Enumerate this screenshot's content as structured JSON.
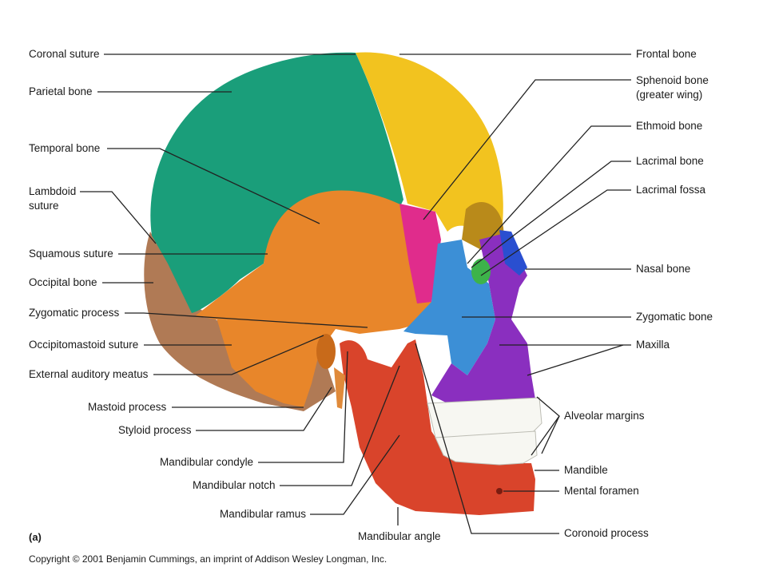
{
  "figure": {
    "panel_label": "(a)",
    "copyright": "Copyright © 2001 Benjamin Cummings, an imprint of Addison Wesley Longman, Inc."
  },
  "left_labels": [
    {
      "key": "coronal",
      "text": "Coronal suture"
    },
    {
      "key": "parietal",
      "text": "Parietal bone"
    },
    {
      "key": "temporal",
      "text": "Temporal bone"
    },
    {
      "key": "lambdoid_1",
      "text": "Lambdoid"
    },
    {
      "key": "lambdoid_2",
      "text": "suture"
    },
    {
      "key": "squamous",
      "text": "Squamous suture"
    },
    {
      "key": "occipital",
      "text": "Occipital bone"
    },
    {
      "key": "zygproc",
      "text": "Zygomatic process"
    },
    {
      "key": "occmast",
      "text": "Occipitomastoid suture"
    },
    {
      "key": "eam",
      "text": "External auditory meatus"
    },
    {
      "key": "mastoid",
      "text": "Mastoid process"
    },
    {
      "key": "styloid",
      "text": "Styloid process"
    },
    {
      "key": "condyle",
      "text": "Mandibular condyle"
    },
    {
      "key": "notch",
      "text": "Mandibular notch"
    },
    {
      "key": "ramus",
      "text": "Mandibular ramus"
    }
  ],
  "right_labels": [
    {
      "key": "frontal",
      "text": "Frontal bone"
    },
    {
      "key": "sphenoid_1",
      "text": "Sphenoid bone"
    },
    {
      "key": "sphenoid_2",
      "text": "(greater wing)"
    },
    {
      "key": "ethmoid",
      "text": "Ethmoid bone"
    },
    {
      "key": "lacrimal",
      "text": "Lacrimal bone"
    },
    {
      "key": "lacfossa",
      "text": "Lacrimal fossa"
    },
    {
      "key": "nasal",
      "text": "Nasal bone"
    },
    {
      "key": "zygomatic",
      "text": "Zygomatic bone"
    },
    {
      "key": "maxilla",
      "text": "Maxilla"
    },
    {
      "key": "alveolar",
      "text": "Alveolar margins"
    },
    {
      "key": "mandible",
      "text": "Mandible"
    },
    {
      "key": "mental",
      "text": "Mental foramen"
    },
    {
      "key": "coronoid",
      "text": "Coronoid process"
    }
  ],
  "bottom_labels": [
    {
      "key": "angle",
      "text": "Mandibular angle"
    }
  ],
  "colors": {
    "parietal": "#1a9e7a",
    "frontal": "#f2c31f",
    "temporal": "#e8862a",
    "occipital": "#b07a55",
    "sphenoid": "#e02c8c",
    "zygomatic": "#3c8fd6",
    "maxilla": "#8a2fbf",
    "nasal": "#2a4fd0",
    "mandible": "#d9442b",
    "lacrimal": "#3db34a",
    "teeth": "#f7f7f2",
    "leader": "#222222"
  }
}
